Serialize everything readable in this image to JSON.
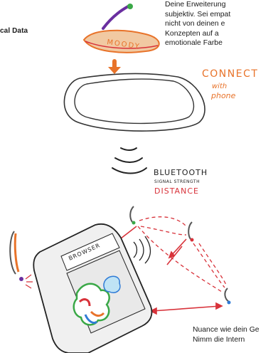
{
  "left_label": "cal Data",
  "paragraph_top": [
    "Deine Erweiterung",
    "subjektiv. Sei empat",
    "nicht von deinen e",
    "Konzepten auf a",
    "emotionale Farbe"
  ],
  "sketch": {
    "device_label": "MOODY",
    "connect_word": "CONNECT",
    "connect_sub1": "with",
    "connect_sub2": "phone",
    "bt_title": "BLUETOOTH",
    "bt_sub": "SIGNAL STRENGTH",
    "bt_distance": "DISTANCE",
    "browser_label": "BROWSER"
  },
  "paragraph_bottom": [
    "Nuance wie dein Ge",
    "Nimm die Intern"
  ],
  "colors": {
    "orange": "#e8732a",
    "red": "#d8323a",
    "purple": "#6a2fa0",
    "green": "#3aa847",
    "blue": "#2f7bd6"
  }
}
